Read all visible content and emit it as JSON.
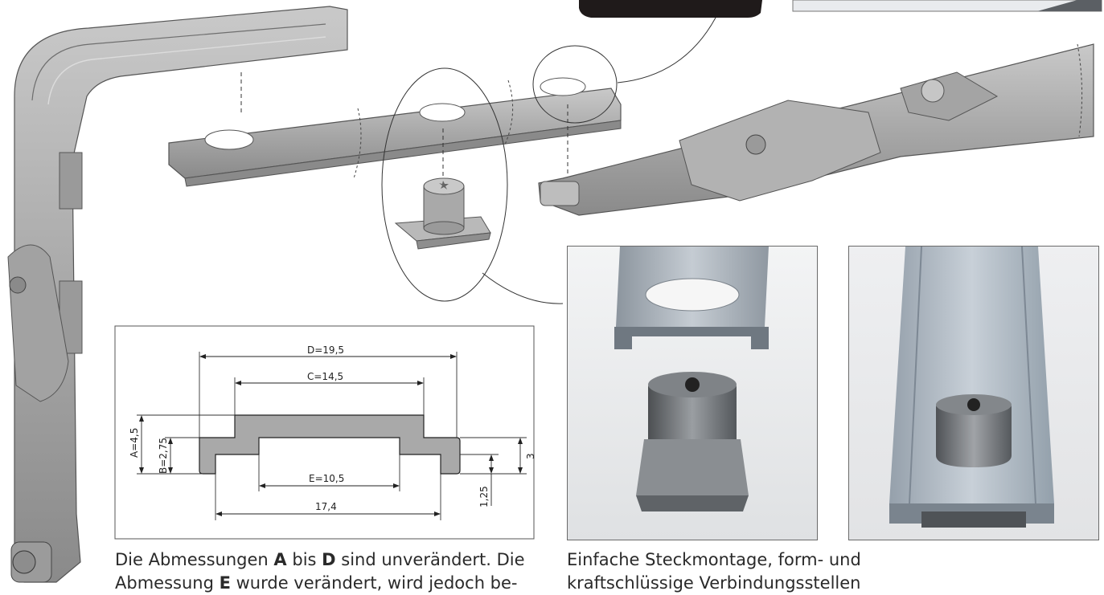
{
  "dimensions": {
    "d": "D=19,5",
    "c": "C=14,5",
    "a": "A=4,5",
    "b": "B=2,75",
    "e": "E=10,5",
    "total": "17,4",
    "h3": "3",
    "h125": "1,25"
  },
  "caption_left": {
    "line1_pre": "Die Abmessungen ",
    "line1_a": "A",
    "line1_mid": " bis ",
    "line1_d": "D",
    "line1_post": " sind unverändert. Die",
    "line2_pre": "Abmessung ",
    "line2_e": "E",
    "line2_post": " wurde verändert, wird jedoch be-"
  },
  "caption_right": {
    "line1": "Einfache Steckmontage, form- und",
    "line2": "kraftschlüssige Verbindungsstellen"
  },
  "colors": {
    "metal": "#a9a9a9",
    "metal_dark": "#7e7e7e",
    "metal_light": "#c9c9c9",
    "line": "#333333"
  }
}
